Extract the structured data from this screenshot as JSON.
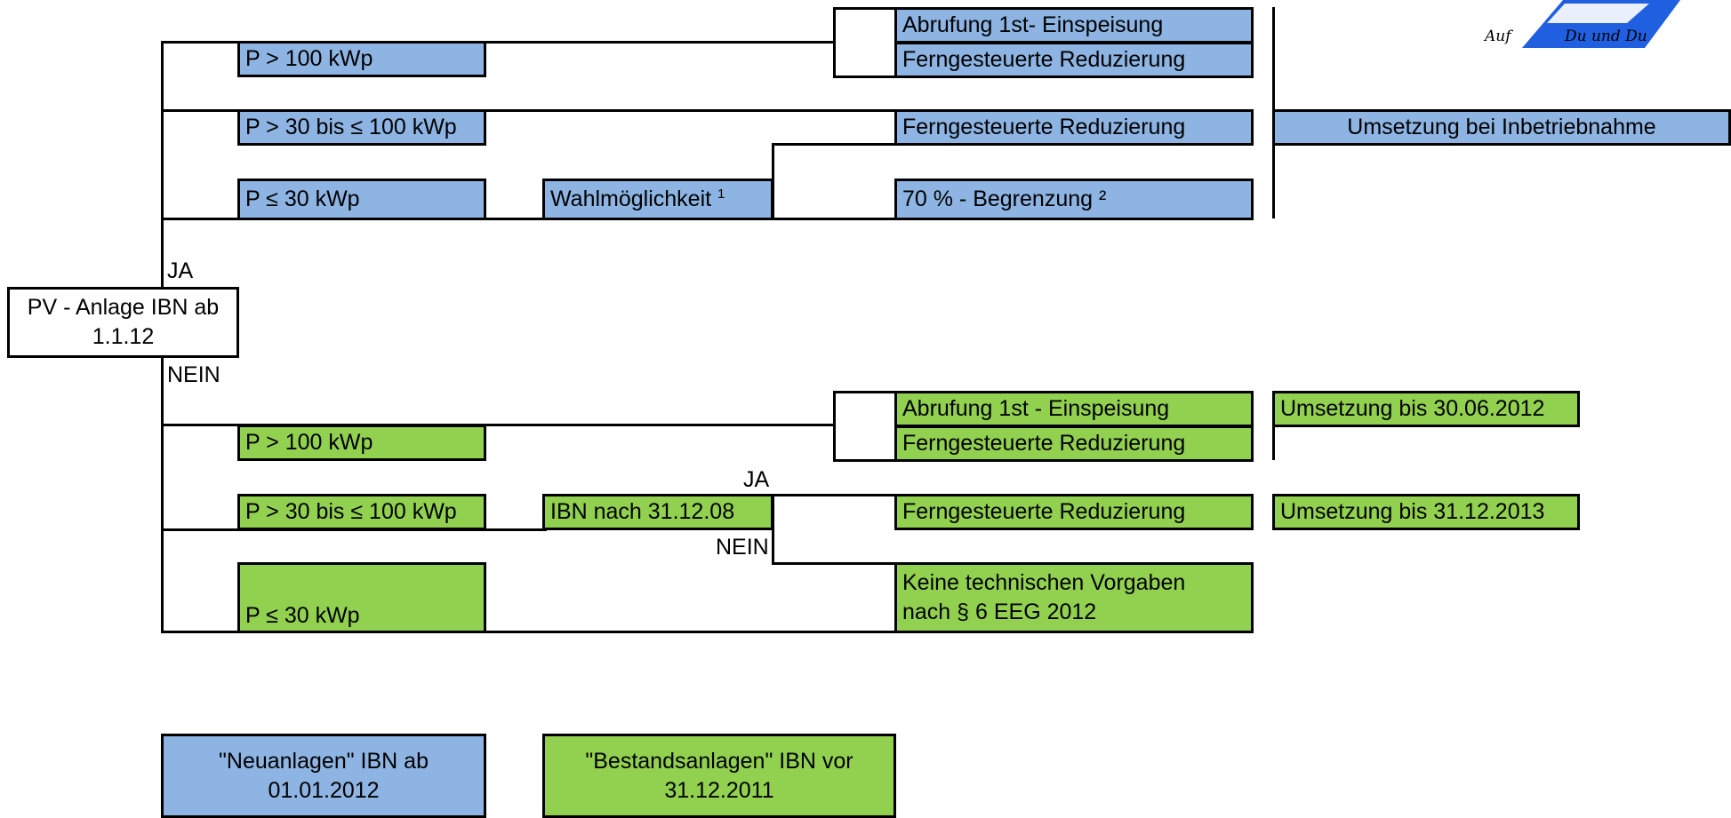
{
  "root": {
    "line1": "PV - Anlage IBN ab",
    "line2": "1.1.12"
  },
  "yes_label": "JA",
  "no_label": "NEIN",
  "neu": {
    "p_gt_100": "P > 100 kWp",
    "p_30_100": "P > 30 bis ≤ 100 kWp",
    "p_le_30": "P ≤ 30 kWp",
    "wahl": "Wahlmöglichkeit",
    "wahl_fn": "1",
    "abrufung": "Abrufung 1st- Einspeisung",
    "fern_1": "Ferngesteuerte Reduzierung",
    "fern_2": "Ferngesteuerte Reduzierung",
    "begrenzung": "70 % - Begrenzung ²",
    "umsetzung": "Umsetzung bei Inbetriebnahme"
  },
  "bestand": {
    "p_gt_100": "P > 100 kWp",
    "p_30_100": "P > 30 bis ≤ 100 kWp",
    "p_le_30": "P ≤ 30 kWp",
    "ibn": "IBN nach 31.12.08",
    "ja": "JA",
    "nein": "NEIN",
    "abrufung": "Abrufung 1st - Einspeisung",
    "fern_1": "Ferngesteuerte Reduzierung",
    "fern_2": "Ferngesteuerte Reduzierung",
    "keine_1": "Keine technischen Vorgaben",
    "keine_2": "nach § 6 EEG 2012",
    "umsetzung_1": "Umsetzung bis 30.06.2012",
    "umsetzung_2": "Umsetzung bis 31.12.2013"
  },
  "legend": {
    "neu_1": "\"Neuanlagen\" IBN ab",
    "neu_2": "01.01.2012",
    "bestand_1": "\"Bestandsanlagen\" IBN vor",
    "bestand_2": "31.12.2011"
  },
  "logo": {
    "left": "Auf",
    "right": "Du und Du",
    "accent": "#1f5fe0"
  },
  "colors": {
    "neu": "#8db4e2",
    "bestand": "#92d050"
  }
}
